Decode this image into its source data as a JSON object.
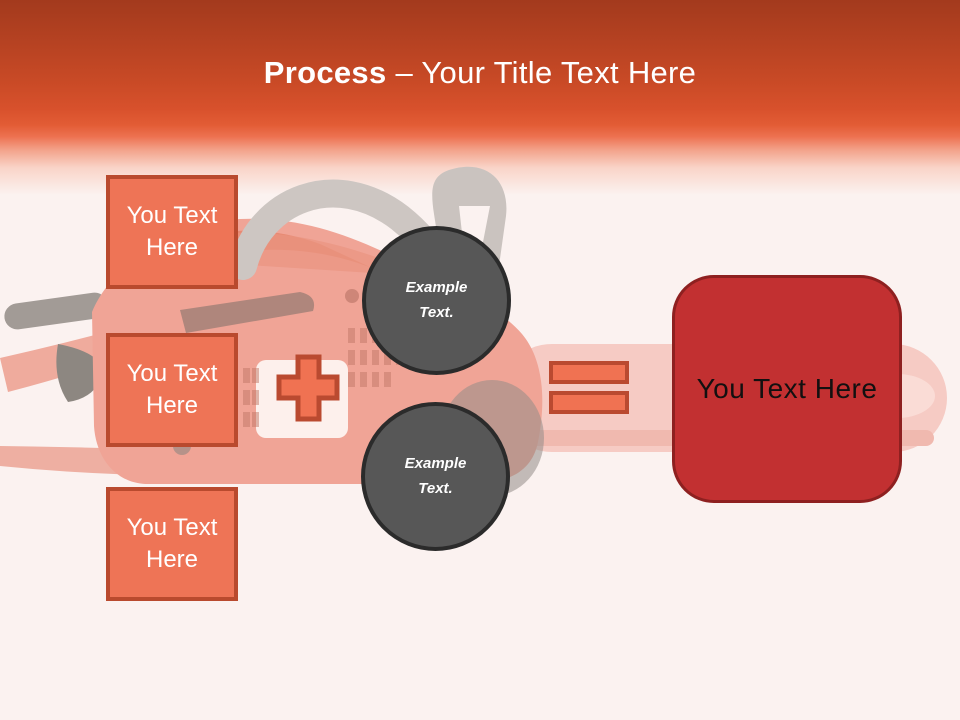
{
  "header": {
    "title_bold": "Process",
    "title_rest": "– Your Title Text Here"
  },
  "steps": [
    {
      "label": "You Text Here"
    },
    {
      "label": "You Text Here"
    },
    {
      "label": "You Text Here"
    }
  ],
  "examples": [
    {
      "label": "Example Text."
    },
    {
      "label": "Example Text."
    }
  ],
  "operators": {
    "plus_icon": "plus-shape",
    "equals_icon": "equals-shape"
  },
  "result": {
    "label": "You Text Here"
  },
  "background": {
    "watermark": "chainsaw-photo"
  },
  "colors": {
    "header_gradient_top": "#a33a1d",
    "header_gradient_bottom": "#e25c35",
    "slide_background": "#fbf2f0",
    "step_fill": "#ee7456",
    "step_border": "#b94a2e",
    "circle_fill": "#575757",
    "circle_border": "#2b2b2b",
    "operator_fill": "#f07252",
    "operator_border": "#ba4a30",
    "result_fill": "#c23031",
    "result_border": "#8e2020",
    "title_color": "#ffffff",
    "result_text_color": "#121010"
  }
}
